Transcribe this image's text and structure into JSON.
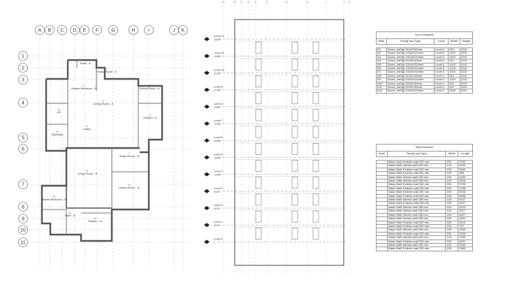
{
  "plan": {
    "grid_cols": [
      "A",
      "B",
      "C",
      "D",
      "E",
      "F",
      "G",
      "H",
      "I",
      "J",
      "K"
    ],
    "grid_rows": [
      "1",
      "2",
      "3",
      "4",
      "5",
      "6",
      "7",
      "8",
      "9",
      "10",
      "11"
    ],
    "rooms": [
      {
        "name": "Toilet - A",
        "sub": "4"
      },
      {
        "name": "Study Room - A",
        "sub": "1"
      },
      {
        "name": "Master Bedroom - A",
        "sub": "1"
      },
      {
        "name": "Dining Room - A",
        "sub": "4"
      },
      {
        "name": "Living Room - A",
        "sub": "2"
      },
      {
        "name": "Kitchen - A",
        "sub": "3"
      },
      {
        "name": "Lobby",
        "sub": "5"
      },
      {
        "name": "Staircase",
        "sub": "12"
      },
      {
        "name": "Lift",
        "sub": "14"
      },
      {
        "name": "Study Room - B",
        "sub": "7"
      },
      {
        "name": "Living Room - B",
        "sub": "8"
      },
      {
        "name": "Dining Room - B",
        "sub": "9"
      },
      {
        "name": "Master Bedroom - B",
        "sub": "10"
      },
      {
        "name": "Toilet - B",
        "sub": "11"
      },
      {
        "name": "Kitchen - B",
        "sub": "12"
      }
    ]
  },
  "elevation": {
    "top_labels": [
      "A",
      "B",
      "C",
      "D",
      "E",
      "F",
      "G",
      "H",
      "I",
      "J",
      "K"
    ],
    "levels": [
      {
        "name": "Level 12",
        "elev": "36000"
      },
      {
        "name": "Level 11",
        "elev": "33000"
      },
      {
        "name": "Level 10",
        "elev": "30000"
      },
      {
        "name": "Level 9",
        "elev": "27000"
      },
      {
        "name": "Level 8",
        "elev": "24000"
      },
      {
        "name": "Level 7",
        "elev": "21000"
      },
      {
        "name": "Level 6",
        "elev": "18000"
      },
      {
        "name": "Level 5",
        "elev": "15000"
      },
      {
        "name": "Level 4",
        "elev": "12000"
      },
      {
        "name": "Level 3",
        "elev": "9000"
      },
      {
        "name": "Level 2",
        "elev": "6000"
      },
      {
        "name": "Level 1",
        "elev": "3000"
      },
      {
        "name": "Level 0",
        "elev": "0"
      }
    ]
  },
  "door_schedule": {
    "title": "Door Schedule",
    "headers": [
      "Mark",
      "Family and Type",
      "Level",
      "Width",
      "Height"
    ],
    "rows": [
      [
        "D1",
        "Doors_Int/Sgl 910x2110mm",
        "Level 0",
        "910",
        "2110"
      ],
      [
        "D2",
        "Doors_Int/Sgl 1010x2110mm",
        "Level 0",
        "1010",
        "2110"
      ],
      [
        "D3",
        "Doors_Int/Sgl 1010x2110mm",
        "Level 0",
        "1010",
        "2110"
      ],
      [
        "D4",
        "Doors_Int/Sgl 910x2110mm",
        "Level 0",
        "910",
        "2110"
      ],
      [
        "D5",
        "Doors_Int/Sgl 1010x2110mm",
        "Level 0",
        "1010",
        "2110"
      ],
      [
        "D6",
        "Doors_Int/Sgl 1010x2110mm",
        "Level 0",
        "1010",
        "2110"
      ],
      [
        "D7",
        "Doors_Int/Sgl 1010x2110mm",
        "Level 0",
        "1010",
        "2110"
      ],
      [
        "D8",
        "Doors_Int/Sgl 910x2110mm",
        "Level 1",
        "910",
        "2110"
      ],
      [
        "D9",
        "Doors_Int/Sgl 1010x2110mm",
        "Level 1",
        "1010",
        "2110"
      ],
      [
        "D10",
        "Doors_Int/Sgl 910x2110mm",
        "Level 1",
        "910",
        "2110"
      ],
      [
        "D11",
        "Doors_Int/Sgl 910x2110mm",
        "Level 1",
        "910",
        "2110"
      ],
      [
        "D12",
        "Doors_Int/Sgl 1010x2110mm",
        "Level 1",
        "1010",
        "2110"
      ]
    ]
  },
  "wall_schedule": {
    "title": "Wall Schedule",
    "headers": [
      "Mark",
      "Family and Type",
      "Width",
      "Length"
    ],
    "rows": [
      [
        "",
        "Basic Wall: Exterior wall 230 mm",
        "230",
        "4792"
      ],
      [
        "",
        "Basic Wall: Interior wall 150 mm",
        "140",
        "3164"
      ],
      [
        "",
        "Basic Wall: Exterior wall 230 mm",
        "230",
        "3164"
      ],
      [
        "",
        "Basic Wall: Exterior wall 230 mm",
        "230",
        "389"
      ],
      [
        "",
        "Basic Wall: Interior wall 150 mm",
        "140",
        "4423"
      ],
      [
        "",
        "Basic Wall: Interior wall 150 mm",
        "140",
        "3325"
      ],
      [
        "",
        "Basic Wall: Exterior wall 230 mm",
        "230",
        "3739"
      ],
      [
        "",
        "Basic Wall: Exterior wall 230 mm",
        "230",
        "3739"
      ],
      [
        "",
        "Basic Wall: Exterior wall 230 mm",
        "230",
        "5028"
      ],
      [
        "",
        "Basic Wall: Exterior wall 230 mm",
        "230",
        "5998"
      ],
      [
        "",
        "Basic Wall: Interior wall 150 mm",
        "140",
        "4027"
      ],
      [
        "",
        "Basic Wall: Exterior wall 230 mm",
        "230",
        "4027"
      ],
      [
        "",
        "Basic Wall: Interior wall 150 mm",
        "140",
        "4423"
      ],
      [
        "",
        "Basic Wall: Interior wall 150 mm",
        "140",
        "3317"
      ],
      [
        "",
        "Basic Wall: Interior wall 150 mm",
        "140",
        "4027"
      ],
      [
        "",
        "Basic Wall: Interior wall 150 mm",
        "140",
        "4602"
      ],
      [
        "",
        "Basic Wall: Exterior wall 230 mm",
        "230",
        "2013"
      ],
      [
        "",
        "Basic Wall: Exterior wall 230 mm",
        "230",
        "737"
      ],
      [
        "",
        "Basic Wall: Interior wall 150 mm",
        "140",
        "2949"
      ],
      [
        "",
        "Basic Wall: Exterior wall 230 mm",
        "230",
        "1138"
      ],
      [
        "",
        "Basic Wall: Interior wall 150 mm",
        "140",
        "1943"
      ],
      [
        "",
        "Basic Wall: Exterior wall 230 mm",
        "230",
        "4027"
      ],
      [
        "",
        "Basic Wall: Interior wall 150 mm",
        "140",
        "2949"
      ],
      [
        "",
        "Basic Wall: Exterior wall 230 mm",
        "230",
        "2989"
      ]
    ]
  }
}
